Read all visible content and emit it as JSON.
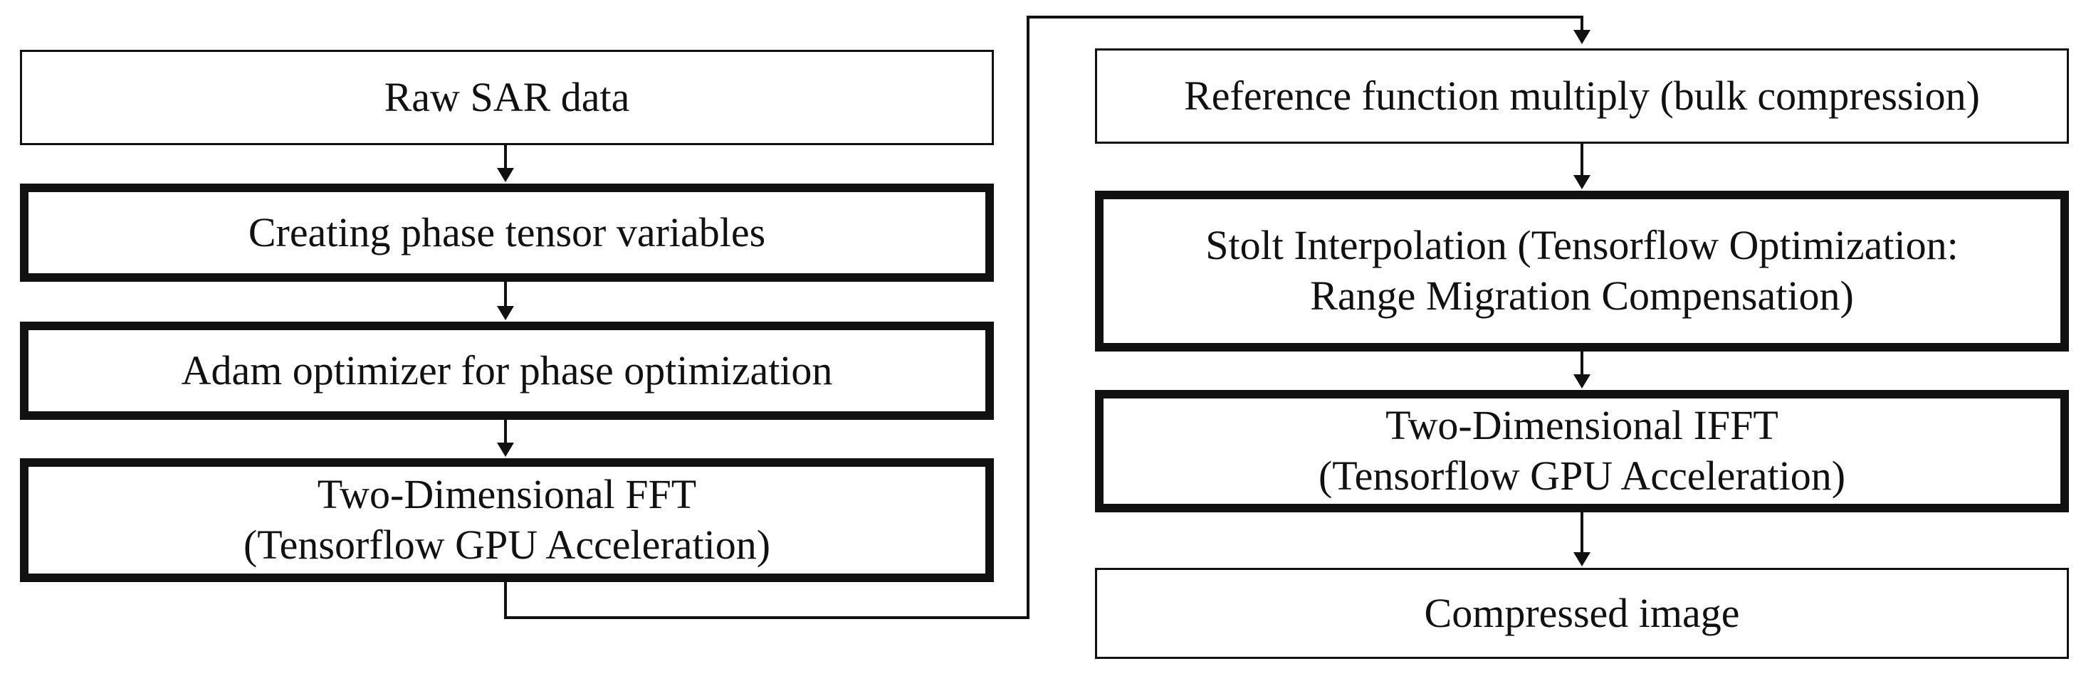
{
  "diagram": {
    "type": "flowchart",
    "left_column": [
      {
        "id": "raw-sar-data",
        "lines": [
          "Raw SAR data"
        ],
        "emphasis": false
      },
      {
        "id": "creating-phase-tensor",
        "lines": [
          "Creating phase tensor variables"
        ],
        "emphasis": true
      },
      {
        "id": "adam-optimizer",
        "lines": [
          "Adam optimizer for phase optimization"
        ],
        "emphasis": true
      },
      {
        "id": "two-dimensional-fft",
        "lines": [
          "Two-Dimensional FFT",
          "(Tensorflow GPU Acceleration)"
        ],
        "emphasis": true
      }
    ],
    "right_column": [
      {
        "id": "reference-function-multiply",
        "lines": [
          "Reference function multiply (bulk compression)"
        ],
        "emphasis": false
      },
      {
        "id": "stolt-interpolation",
        "lines": [
          "Stolt Interpolation (Tensorflow Optimization:",
          "Range Migration Compensation)"
        ],
        "emphasis": true
      },
      {
        "id": "two-dimensional-ifft",
        "lines": [
          "Two-Dimensional IFFT",
          "(Tensorflow GPU Acceleration)"
        ],
        "emphasis": true
      },
      {
        "id": "compressed-image",
        "lines": [
          "Compressed image"
        ],
        "emphasis": false
      }
    ],
    "colors": {
      "stroke": "#111111",
      "background": "#ffffff"
    }
  }
}
